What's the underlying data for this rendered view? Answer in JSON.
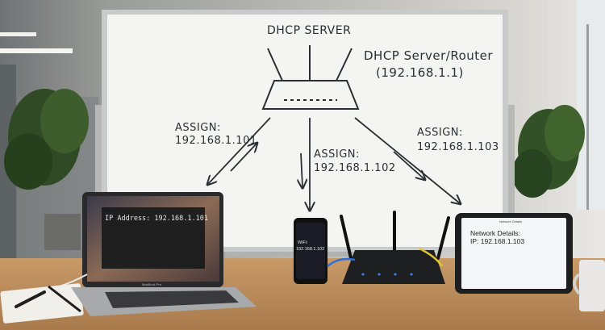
{
  "whiteboard": {
    "title": "DHCP SERVER",
    "server_label": "DHCP Server/Router",
    "server_ip": "(192.168.1.1)",
    "assign_left_label": "ASSIGN:",
    "assign_left_ip": "192.168.1.101",
    "assign_center_label": "ASSIGN:",
    "assign_center_ip": "192.168.1.102",
    "assign_right_label": "ASSIGN:",
    "assign_right_ip": "192.168.1.103"
  },
  "laptop": {
    "terminal_text": "IP Address: 192.168.1.101",
    "brand": "MacBook Pro"
  },
  "phone": {
    "line1": "WiFi:",
    "line2": "192.168.1.102"
  },
  "tablet": {
    "header": "Network Details",
    "line1": "Network Details:",
    "line2": "IP: 192.168.1.103"
  },
  "colors": {
    "wall": "#d9d6d0",
    "board": "#f4f4f2",
    "desk": "#b98a5a",
    "marker": "#2b2f33"
  }
}
